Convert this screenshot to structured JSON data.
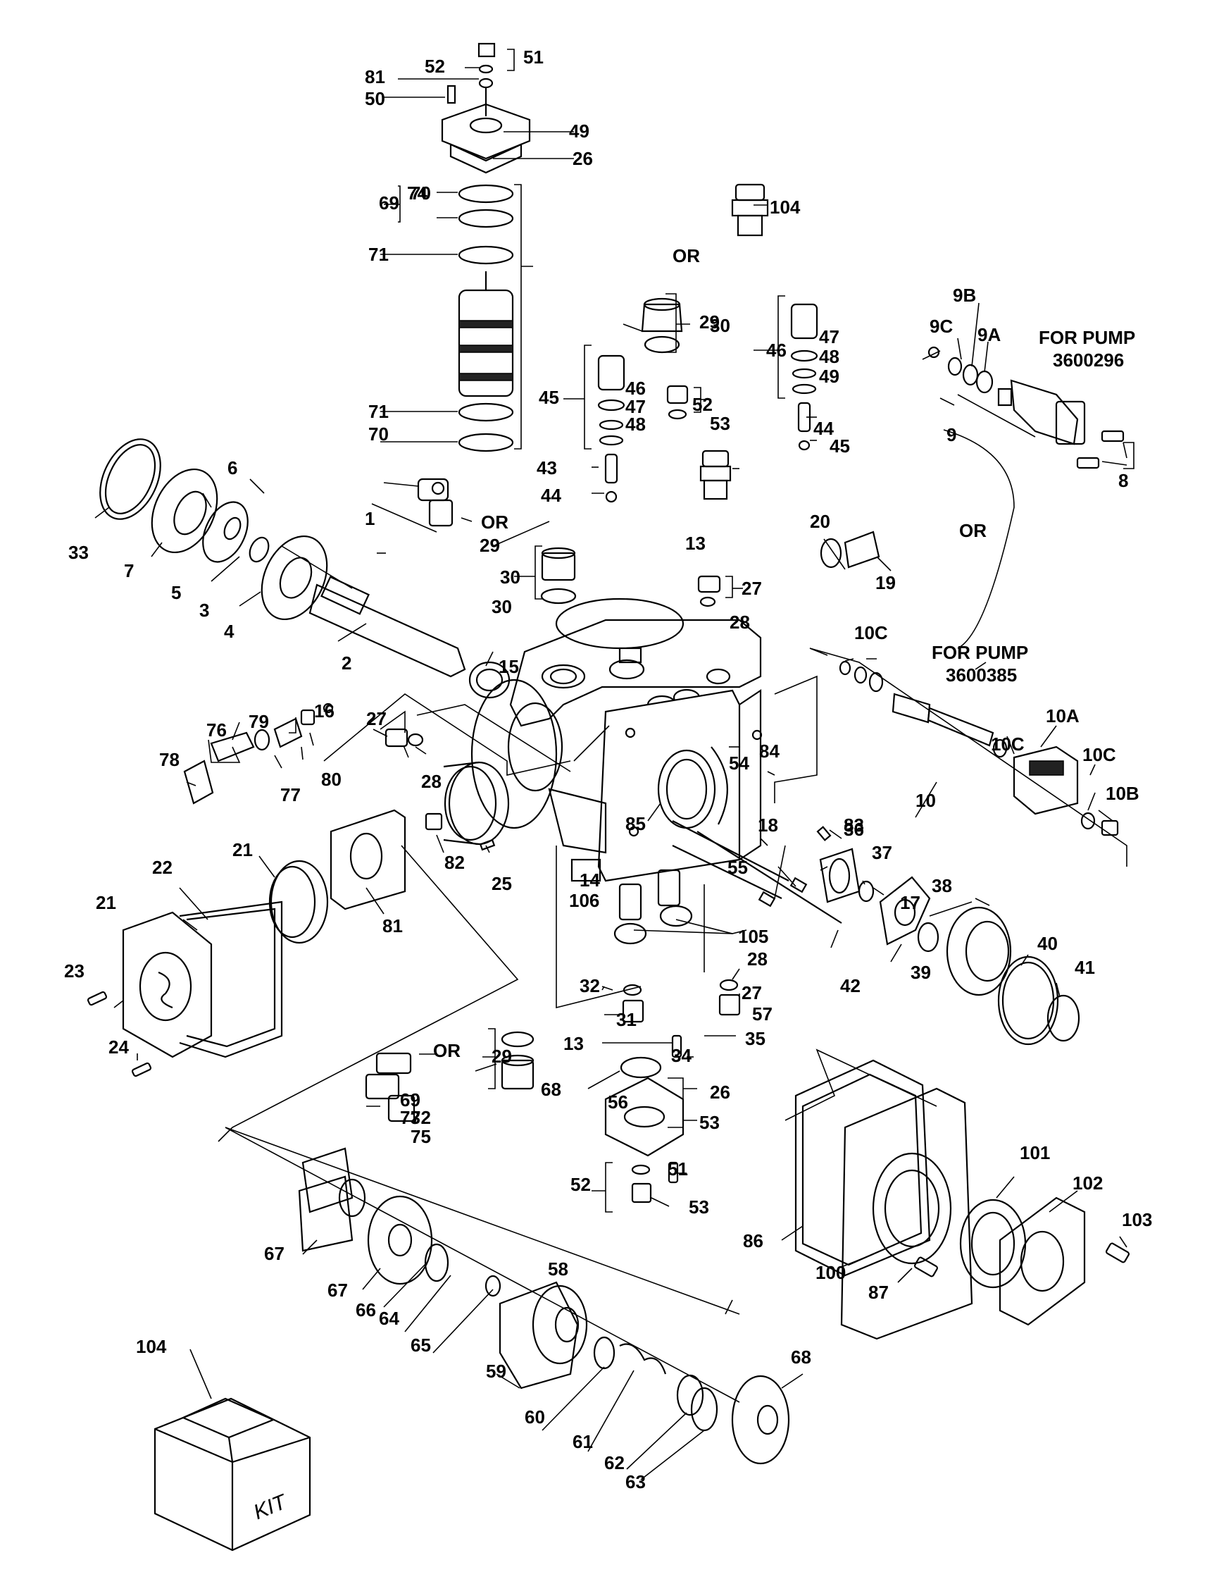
{
  "callouts": [
    "1",
    "2",
    "3",
    "4",
    "5",
    "6",
    "7",
    "8",
    "9",
    "9A",
    "9B",
    "9C",
    "10",
    "10A",
    "10B",
    "10C",
    "10C",
    "10C",
    "13",
    "13",
    "14",
    "106",
    "15",
    "16",
    "17",
    "18",
    "19",
    "20",
    "21",
    "21",
    "22",
    "23",
    "24",
    "25",
    "26",
    "26",
    "27",
    "27",
    "27",
    "28",
    "28",
    "28",
    "29",
    "29",
    "29",
    "30",
    "30",
    "30",
    "31",
    "32",
    "33",
    "34",
    "35",
    "36",
    "37",
    "38",
    "39",
    "40",
    "41",
    "42",
    "43",
    "44",
    "44",
    "45",
    "45",
    "46",
    "46",
    "47",
    "47",
    "48",
    "48",
    "49",
    "49",
    "50",
    "51",
    "51",
    "52",
    "52",
    "52",
    "53",
    "53",
    "53",
    "54",
    "55",
    "56",
    "57",
    "58",
    "59",
    "60",
    "61",
    "62",
    "63",
    "64",
    "65",
    "66",
    "67",
    "67",
    "68",
    "68",
    "69",
    "69",
    "70",
    "70",
    "71",
    "71",
    "72",
    "73",
    "74",
    "75",
    "76",
    "77",
    "78",
    "79",
    "80",
    "81",
    "81",
    "82",
    "83",
    "84",
    "85",
    "86",
    "87",
    "100",
    "101",
    "102",
    "103",
    "104",
    "104",
    "105"
  ],
  "notes": {
    "or_1": "OR",
    "or_2": "OR",
    "or_3": "OR",
    "or_4": "OR",
    "pump_a_line1": "FOR PUMP",
    "pump_a_line2": "3600296",
    "pump_b_line1": "FOR PUMP",
    "pump_b_line2": "3600385"
  },
  "kit_label": "KIT"
}
